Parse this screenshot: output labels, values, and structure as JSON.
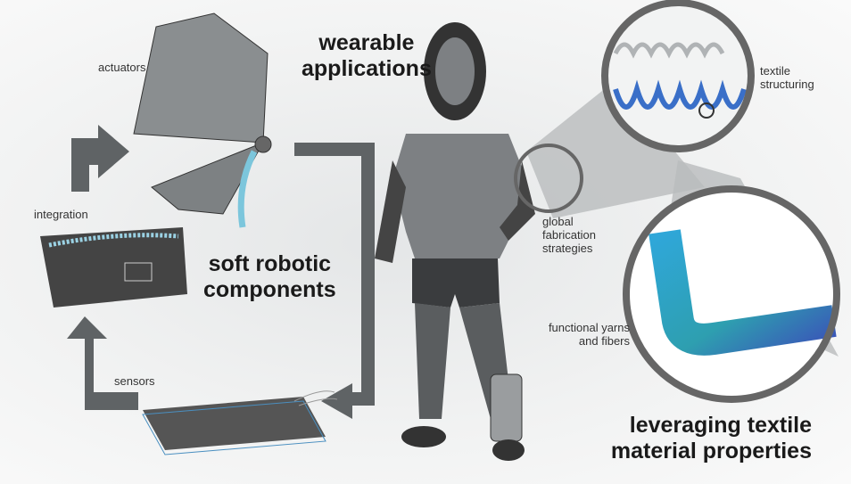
{
  "title": {
    "line1": "wearable",
    "line2": "applications"
  },
  "components": {
    "line1": "soft robotic",
    "line2": "components"
  },
  "leveraging": {
    "line1": "leveraging textile",
    "line2": "material properties"
  },
  "labels": {
    "actuators": "actuators",
    "integration": "integration",
    "sensors": "sensors",
    "textile_structuring": [
      "textile",
      "structuring"
    ],
    "global_fabrication": [
      "global",
      "fabrication",
      "strategies"
    ],
    "functional_yarns": [
      "functional yarns",
      "and fibers"
    ]
  },
  "colors": {
    "arrow": "#5f6365",
    "yarn_blue": "#3a6fc8",
    "yarn_teal": "#2fa7c9",
    "zoom_cone": "#b9bcbd"
  }
}
